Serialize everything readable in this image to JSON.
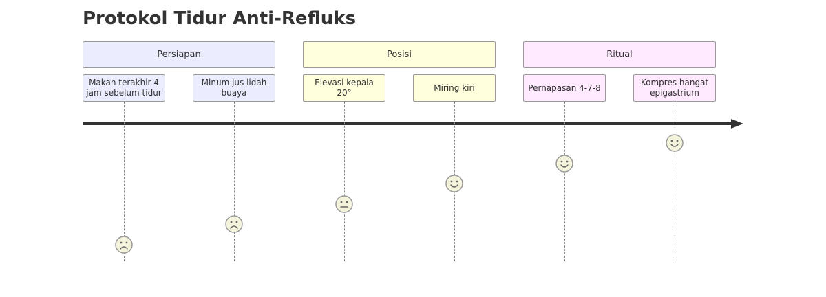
{
  "title": "Protokol Tidur Anti-Refluks",
  "sections": [
    {
      "label": "Persiapan",
      "color": "#ececff",
      "tasks": [
        {
          "label": "Makan terakhir 4 jam sebelum tidur",
          "score": 1
        },
        {
          "label": "Minum jus lidah buaya",
          "score": 2
        }
      ]
    },
    {
      "label": "Posisi",
      "color": "#ffffde",
      "tasks": [
        {
          "label": "Elevasi kepala 20°",
          "score": 3
        },
        {
          "label": "Miring kiri",
          "score": 4
        }
      ]
    },
    {
      "label": "Ritual",
      "color": "#ffeaff",
      "tasks": [
        {
          "label": "Pernapasan 4-7-8",
          "score": 5
        },
        {
          "label": "Kompres hangat epigastrium",
          "score": 6
        }
      ]
    }
  ],
  "colors": {
    "axis": "#333333",
    "face_fill": "#f4f4dc",
    "face_stroke": "#999999"
  },
  "icons": {
    "sad": "sad-face-icon",
    "neutral": "neutral-face-icon",
    "happy": "happy-face-icon"
  }
}
